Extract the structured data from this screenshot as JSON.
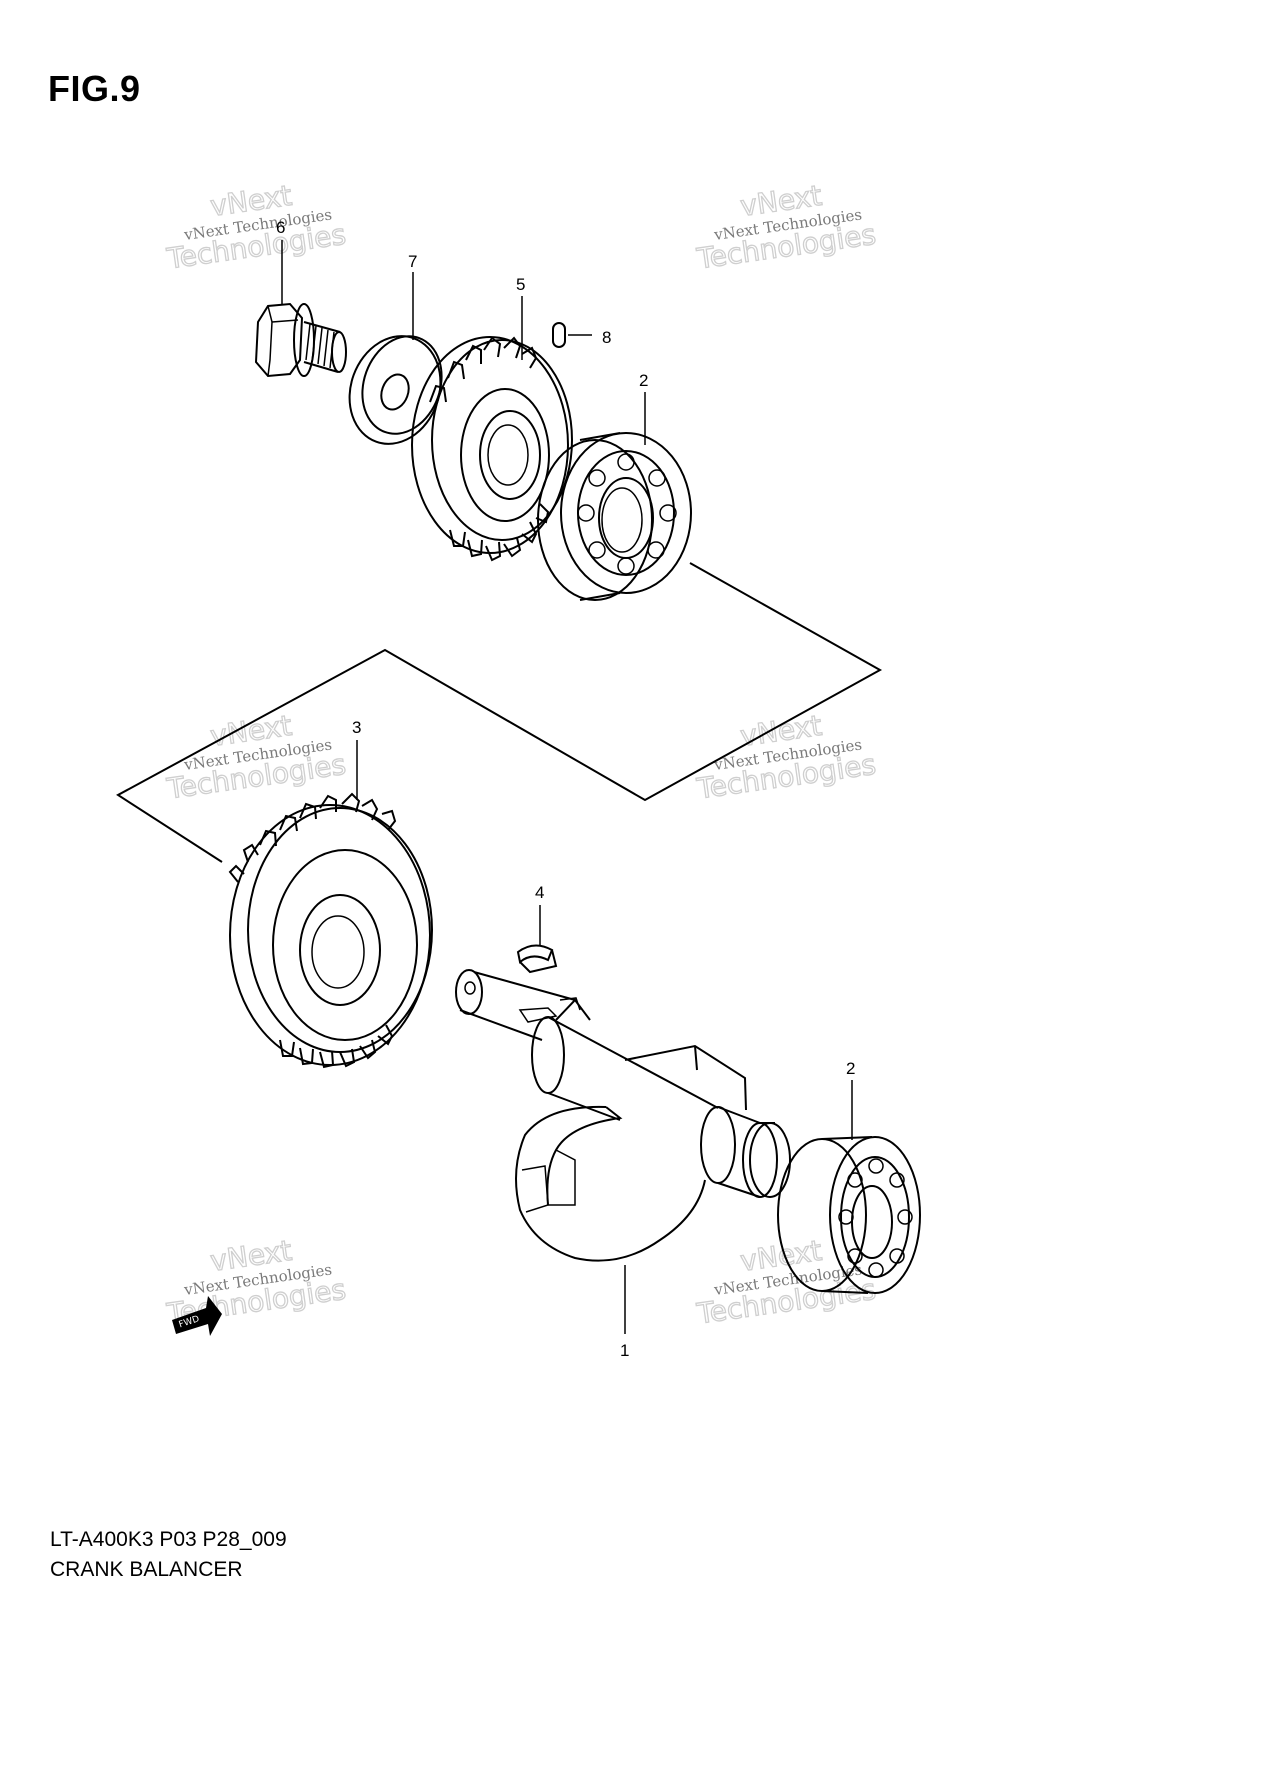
{
  "figure": {
    "title": "FIG.9"
  },
  "watermark": {
    "line1": "vNext",
    "line2": "vNext Technologies",
    "line3": "Technologies"
  },
  "callouts": [
    {
      "id": "callout-6",
      "label": "6"
    },
    {
      "id": "callout-7",
      "label": "7"
    },
    {
      "id": "callout-5",
      "label": "5"
    },
    {
      "id": "callout-8",
      "label": "8"
    },
    {
      "id": "callout-2-top",
      "label": "2"
    },
    {
      "id": "callout-3",
      "label": "3"
    },
    {
      "id": "callout-4",
      "label": "4"
    },
    {
      "id": "callout-2-bottom",
      "label": "2"
    },
    {
      "id": "callout-1",
      "label": "1"
    }
  ],
  "footer": {
    "code": "LT-A400K3 P03 P28_009",
    "title": "CRANK BALANCER"
  }
}
